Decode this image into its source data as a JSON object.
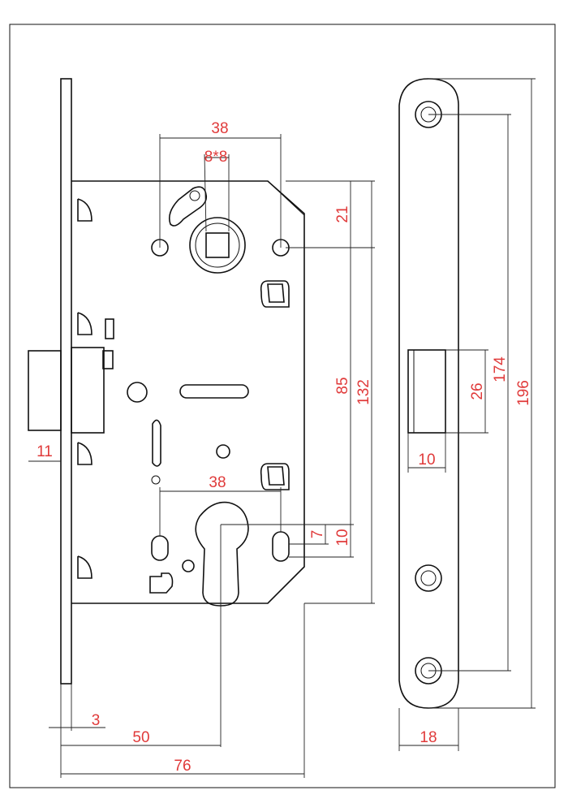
{
  "colors": {
    "outline": "#111111",
    "dimension_text": "#e03a3a",
    "background": "#ffffff"
  },
  "dimensions": {
    "spindle_spacing": "38",
    "spindle_square": "8*8",
    "top_offset": "21",
    "backset_to_cylinder": "85",
    "case_height": "132",
    "latch_projection": "11",
    "cylinder_spacing": "38",
    "cylinder_offset_a": "7",
    "cylinder_offset_b": "10",
    "faceplate_thickness": "3",
    "backset": "50",
    "case_depth": "76",
    "strike_latch_height": "26",
    "strike_screw_spacing": "174",
    "strike_length": "196",
    "strike_latch_width": "10",
    "strike_width": "18"
  }
}
